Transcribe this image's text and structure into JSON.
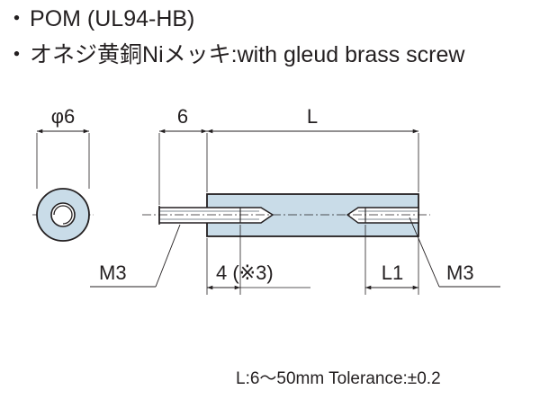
{
  "specs": {
    "bullet": "・",
    "material": "POM (UL94-HB)",
    "screw": "オネジ黄銅Niメッキ:with gleud brass screw"
  },
  "drawing": {
    "diameter_label": "φ6",
    "male_length_label": "6",
    "body_length_label": "L",
    "male_thread_label": "M3",
    "thread_length_label": "4 (※3)",
    "female_depth_label": "L1",
    "female_thread_label": "M3"
  },
  "note": {
    "length_range": "L:6～50mm",
    "tolerance": "Tolerance:±0.2"
  },
  "colors": {
    "body_fill": "#c9dce8",
    "line": "#231f20",
    "thread": "#7f8a91"
  }
}
